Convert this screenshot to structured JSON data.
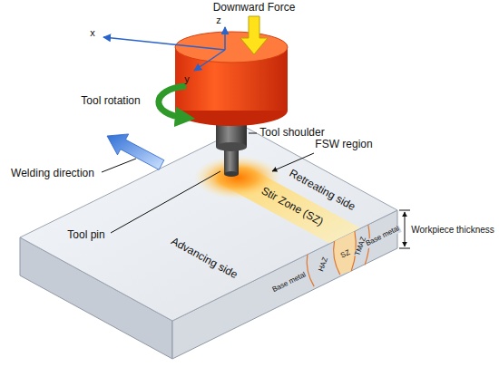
{
  "diagram": {
    "labels": [
      "Downward Force",
      "z",
      "x",
      "y",
      "Tool rotation",
      "Tool shoulder",
      "Welding direction",
      "FSW region",
      "Tool pin",
      "Stir Zone (SZ)",
      "Retreating side",
      "Advancing side",
      "Workpiece thickness",
      "Base metal",
      "HAZ",
      "SZ",
      "TMAZ",
      "Base metal"
    ]
  }
}
